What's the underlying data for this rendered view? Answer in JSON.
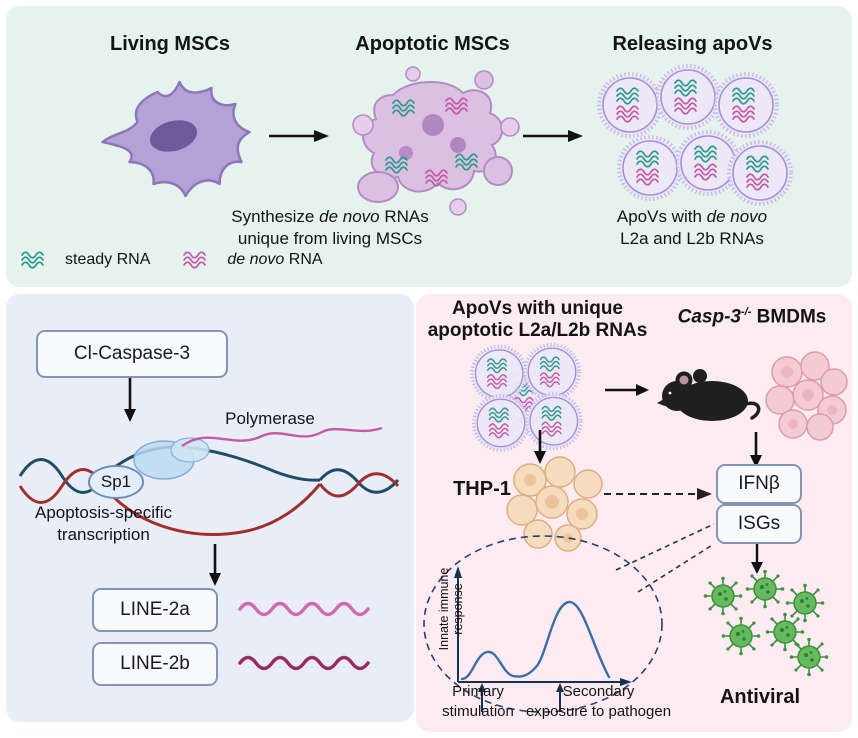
{
  "top_panel": {
    "heading_living": "Living MSCs",
    "heading_apoptotic": "Apoptotic MSCs",
    "heading_releasing": "Releasing apoVs",
    "caption_synthesize_pre": "Synthesize ",
    "caption_synthesize_italic": "de novo",
    "caption_synthesize_post": " RNAs",
    "caption_synthesize_line2": "unique from living MSCs",
    "caption_apovs_pre": "ApoVs with ",
    "caption_apovs_italic": "de novo",
    "caption_apovs_line2": "L2a and L2b RNAs",
    "legend_steady_label": "steady RNA",
    "legend_denovo_italic": "de novo",
    "legend_denovo_post": " RNA"
  },
  "left_panel": {
    "caspase_box": "Cl-Caspase-3",
    "polymerase_label": "Polymerase",
    "sp1_label": "Sp1",
    "transcription_line1": "Apoptosis-specific",
    "transcription_line2": "transcription",
    "line2a_box": "LINE-2a",
    "line2b_box": "LINE-2b"
  },
  "right_panel": {
    "heading_line1": "ApoVs with unique",
    "heading_line2": "apoptotic L2a/L2b RNAs",
    "bmdm_italic": "Casp-3",
    "bmdm_sup": "-/-",
    "bmdm_post": " BMDMs",
    "thp1_label": "THP-1",
    "ifnb_box": "IFNβ",
    "isgs_box": "ISGs",
    "antiviral_label": "Antiviral",
    "inset": {
      "ylabel_line1": "Innate immune",
      "ylabel_line2": "response",
      "primary_line1": "Primary",
      "primary_line2": "stimulation",
      "secondary_line1": "Secondary",
      "secondary_line2": "exposure to pathogen"
    }
  },
  "colors": {
    "top_bg": "#e6f2ee",
    "left_bg": "#e9edf7",
    "right_bg": "#fcecf2",
    "steady_rna": "#2f9a8e",
    "denovo_rna": "#c25ca6",
    "dark_denovo": "#9a2a62",
    "virus_green": "#5eb757",
    "chart_blue": "#3a6da5"
  },
  "chart_data": {
    "type": "line",
    "ylabel": "Innate immune response",
    "xlabel": "",
    "x": [
      0,
      1,
      2,
      3,
      4,
      5,
      6,
      7,
      8
    ],
    "values": [
      0.05,
      0.1,
      0.45,
      0.12,
      0.1,
      0.35,
      0.95,
      0.55,
      0.05
    ],
    "ylim": [
      0,
      1
    ],
    "grid": false,
    "legend_position": "none",
    "annotations": [
      "Primary stimulation",
      "Secondary exposure to pathogen"
    ]
  }
}
